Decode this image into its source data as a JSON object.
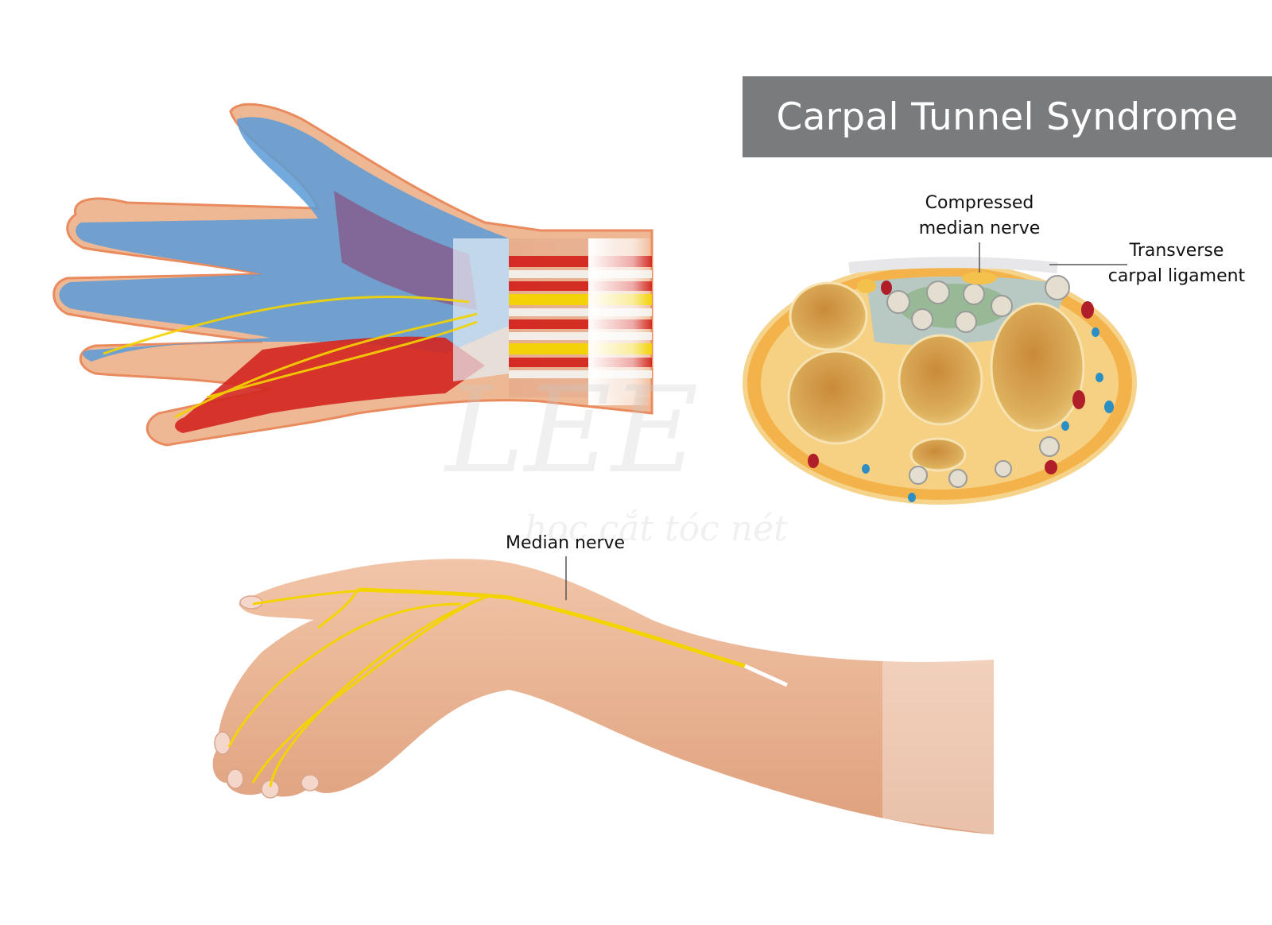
{
  "title": "Carpal Tunnel Syndrome",
  "labels": {
    "compressed_line1": "Compressed",
    "compressed_line2": "median nerve",
    "transverse_line1": "Transverse",
    "transverse_line2": "carpal ligament",
    "median_nerve": "Median nerve"
  },
  "watermark": {
    "brand": "LEE",
    "tagline": "hoc cắt tóc nét"
  },
  "colors": {
    "banner": "#7a7b7d",
    "nerve": "#f4d400",
    "skin": "#e9b08e",
    "tendon_sheath": "#5b9bd8",
    "muscle": "#d3261f",
    "bone": "#d9a957",
    "fat": "#f3b24a"
  }
}
